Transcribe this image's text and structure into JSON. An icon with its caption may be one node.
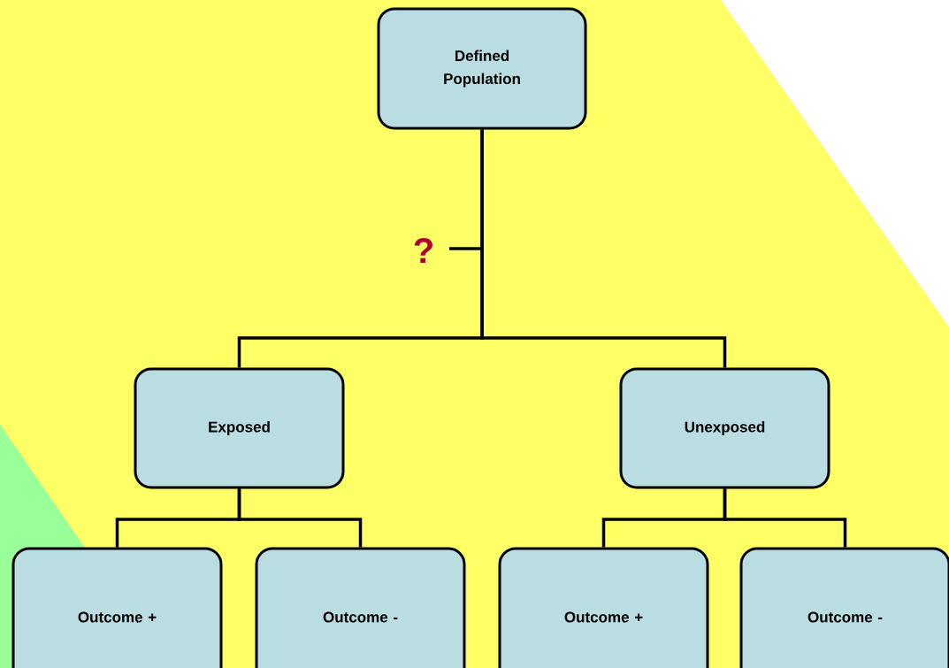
{
  "diagram": {
    "nodes": [
      {
        "text": [
          "Defined Population"
        ]
      },
      {
        "text": [
          "Exposed"
        ]
      },
      {
        "text": [
          "Unexposed"
        ]
      },
      {
        "text": [
          "Outcome +"
        ]
      },
      {
        "text": [
          "Outcome -"
        ]
      },
      {
        "text": [
          "Outcome +"
        ]
      },
      {
        "text": [
          "Outcome -"
        ]
      }
    ],
    "edges": [
      {
        "from": 0,
        "to": 1,
        "arrow": "none"
      },
      {
        "from": 0,
        "to": 2,
        "arrow": "none"
      },
      {
        "from": 1,
        "to": 3,
        "arrow": "none"
      },
      {
        "from": 1,
        "to": 4,
        "arrow": "none"
      },
      {
        "from": 2,
        "to": 5,
        "arrow": "none"
      },
      {
        "from": 2,
        "to": 6,
        "arrow": "none"
      }
    ],
    "labels": [
      "?"
    ]
  }
}
